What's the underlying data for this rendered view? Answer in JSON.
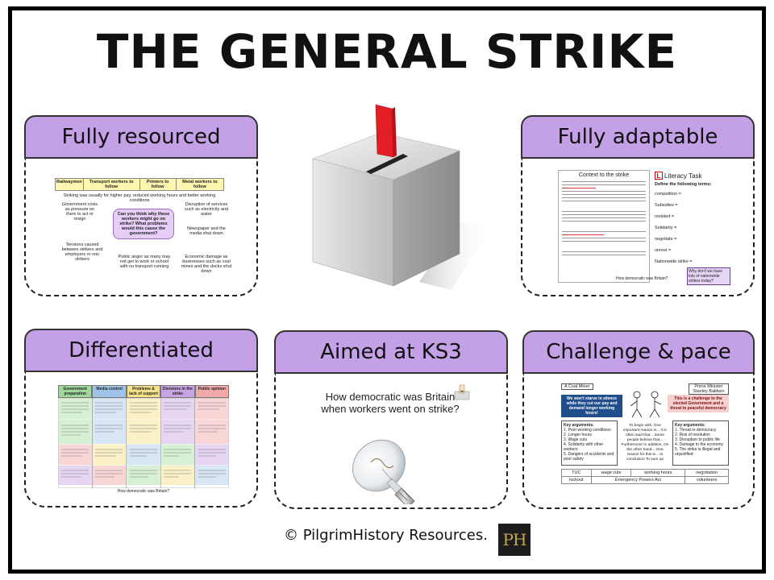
{
  "title": "THE GENERAL STRIKE",
  "cards": {
    "resourced": {
      "label": "Fully resourced",
      "table_headers": [
        "Railwaymen",
        "Transport workers to follow",
        "Printers to follow",
        "Metal workers to follow"
      ],
      "table_note": "Striking was usually for higher pay, reduced working hours and better working conditions",
      "question": "Can you think why these workers might go on strike? What problems would this cause the government?",
      "points": [
        "Government crisis as pressure on them to act or resign",
        "Disruption of services such as electricity and water",
        "Newspaper and the media shut down",
        "Tensions caused between strikers and employers or non strikers",
        "Public anger as many may not get to work or school with no transport running",
        "Economic damage as businesses such as coal mines and the docks shut down"
      ]
    },
    "adaptable": {
      "label": "Fully adaptable",
      "doc_title": "Context to the strike",
      "task_title": "Literacy Task",
      "task_sub": "Define the following terms:",
      "terms": [
        "competition =",
        "Subsidies =",
        "resisted =",
        "Solidarity =",
        "negotiate =",
        "unrest =",
        "Nationwide strike ="
      ],
      "prompt": "Why don't we have lots of nationwide strikes today?",
      "footer_q": "How democratic was Britain?"
    },
    "differentiated": {
      "label": "Differentiated",
      "headers": [
        "Government preparation",
        "Media control",
        "Problems & lack of support",
        "Divisions in the strike",
        "Public opinion"
      ],
      "footer_q": "How democratic was Britain?"
    },
    "ks3": {
      "label": "Aimed at KS3",
      "question": "How democratic was Britain when workers went on strike?"
    },
    "challenge": {
      "label": "Challenge & pace",
      "left_title": "A Coal Miner",
      "right_title": "Prime Minister Stanley Baldwin",
      "left_quote": "We won't starve in silence while they cut our pay and demand longer working hours!",
      "right_quote": "This is a challenge to the elected Government and a threat to peaceful democracy",
      "left_args_title": "Key arguments:",
      "left_args": [
        "1. Poor working conditions",
        "2. Longer hours",
        "3. Wage cuts",
        "4. Solidarity with other workers",
        "5. Dangers of accidents and poor safety"
      ],
      "middle_text": "To begin with, One important reason is... It is often said that... Some people believe that... Furthermore In addition, On the other hand... One reason for this is... In conclusion To sum up",
      "right_args_title": "Key arguments:",
      "right_args": [
        "1. Threat to democracy",
        "2. Risk of revolution",
        "3. Disruption to public life",
        "4. Damage to the economy",
        "5. The strike is illegal and unjustified"
      ],
      "words_row1": [
        "TUC",
        "wage cuts",
        "working hours",
        "negotiation"
      ],
      "words_row2": [
        "lockout",
        "Emergency Powers Act",
        "volunteers"
      ]
    }
  },
  "footer": {
    "text": "© PilgrimHistory Resources.",
    "logo": "PH"
  },
  "colors": {
    "header_bg": "#c4a0e6",
    "ballot_red": "#e31e24",
    "box_grey": "#d6d6d6"
  }
}
